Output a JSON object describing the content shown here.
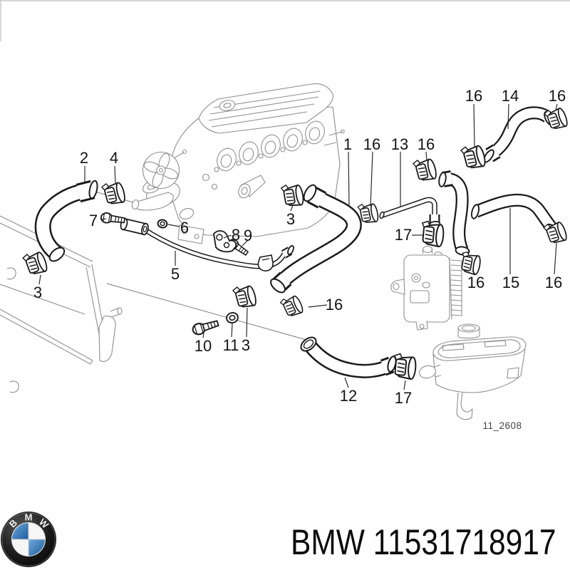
{
  "footer": {
    "text": "BMW 11531718917"
  },
  "drawing_number": "11_2608",
  "logo": {
    "letters": [
      "B",
      "M",
      "W"
    ],
    "ring_color": "#0d0d0d",
    "blue": "#2f6fae",
    "white": "#f6f6f6"
  },
  "labels": [
    "2",
    "4",
    "16",
    "14",
    "16",
    "1",
    "16",
    "13",
    "16",
    "7",
    "6",
    "8",
    "9",
    "3",
    "17",
    "5",
    "3",
    "16",
    "15",
    "16",
    "16",
    "10",
    "11",
    "3",
    "12",
    "17"
  ]
}
